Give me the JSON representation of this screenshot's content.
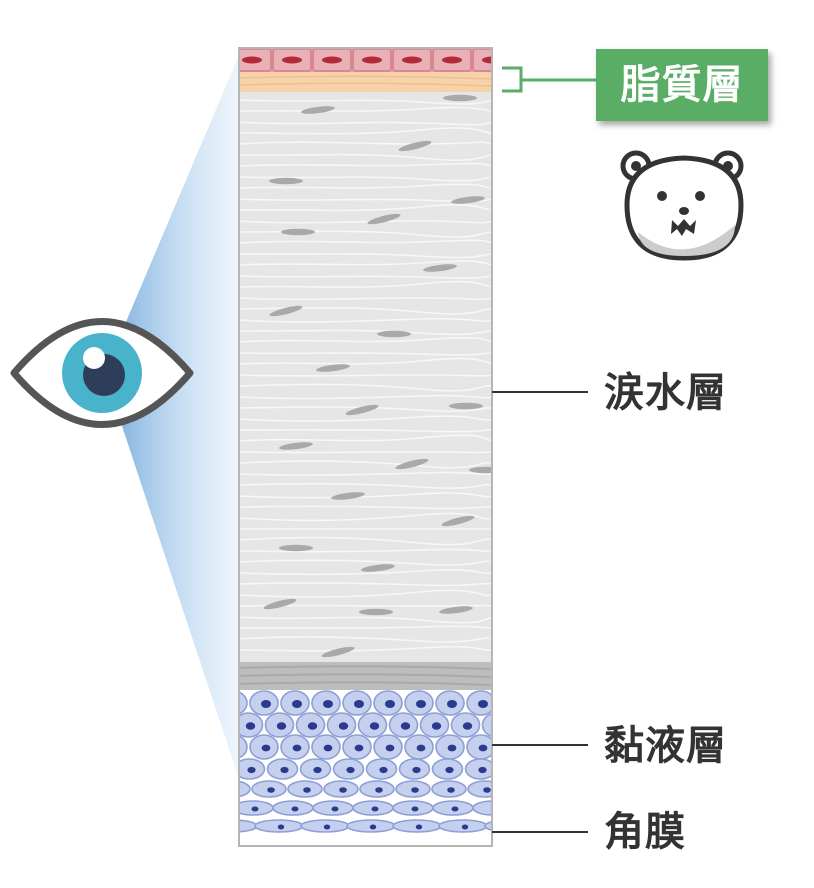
{
  "layers": {
    "lipid": "脂質層",
    "aqueous": "涙水層",
    "mucin": "黏液層",
    "cornea": "角膜"
  },
  "colors": {
    "lipid_box": "#5aad64",
    "lipid_cells": "#e7a3ad",
    "oil_band": "#f5d2a8",
    "aqueous": "#e6e6e6",
    "mucin_cells": "#c5d0ef",
    "nucleus": "#2a3b8f",
    "eye_iris": "#49b3cb",
    "cone": "#7fb2e0",
    "label_text": "#333333"
  },
  "icons": {
    "eye": "eye-icon",
    "mascot": "bear-mascot-icon"
  }
}
